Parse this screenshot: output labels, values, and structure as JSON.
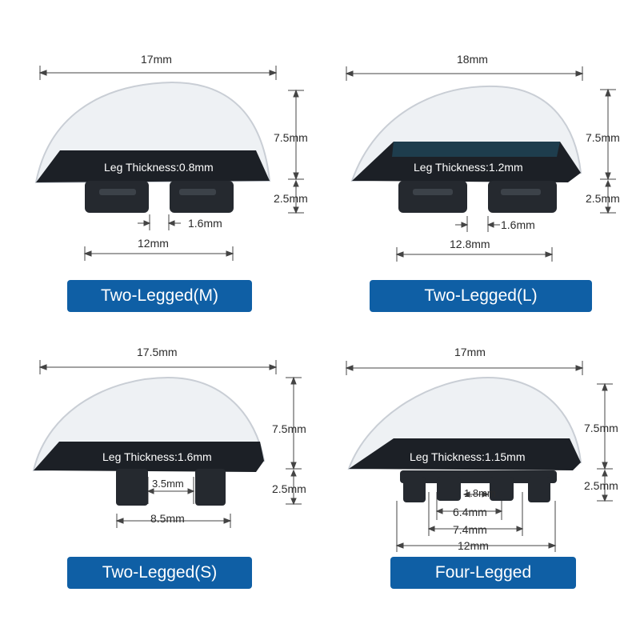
{
  "panels": [
    {
      "name": "Two-Legged(M)",
      "top_width": "17mm",
      "height_upper": "7.5mm",
      "height_lower": "2.5mm",
      "leg_thickness": "Leg Thickness:0.8mm",
      "gap": "1.6mm",
      "base_width": "12mm"
    },
    {
      "name": "Two-Legged(L)",
      "top_width": "18mm",
      "height_upper": "7.5mm",
      "height_lower": "2.5mm",
      "leg_thickness": "Leg Thickness:1.2mm",
      "gap": "1.6mm",
      "base_width": "12.8mm"
    },
    {
      "name": "Two-Legged(S)",
      "top_width": "17.5mm",
      "height_upper": "7.5mm",
      "height_lower": "2.5mm",
      "leg_thickness": "Leg Thickness:1.6mm",
      "gap": "3.5mm",
      "base_width": "8.5mm"
    },
    {
      "name": "Four-Legged",
      "top_width": "17mm",
      "height_upper": "7.5mm",
      "height_lower": "2.5mm",
      "leg_thickness": "Leg Thickness:1.15mm",
      "gap": "1.8mm",
      "width_inner": "6.4mm",
      "width_mid": "7.4mm",
      "base_width": "12mm"
    }
  ],
  "colors": {
    "badge": "#0f5fa5",
    "dark_pad": "#1c2026",
    "clear_dome": "#eef1f4",
    "dimension_line": "#444444"
  }
}
